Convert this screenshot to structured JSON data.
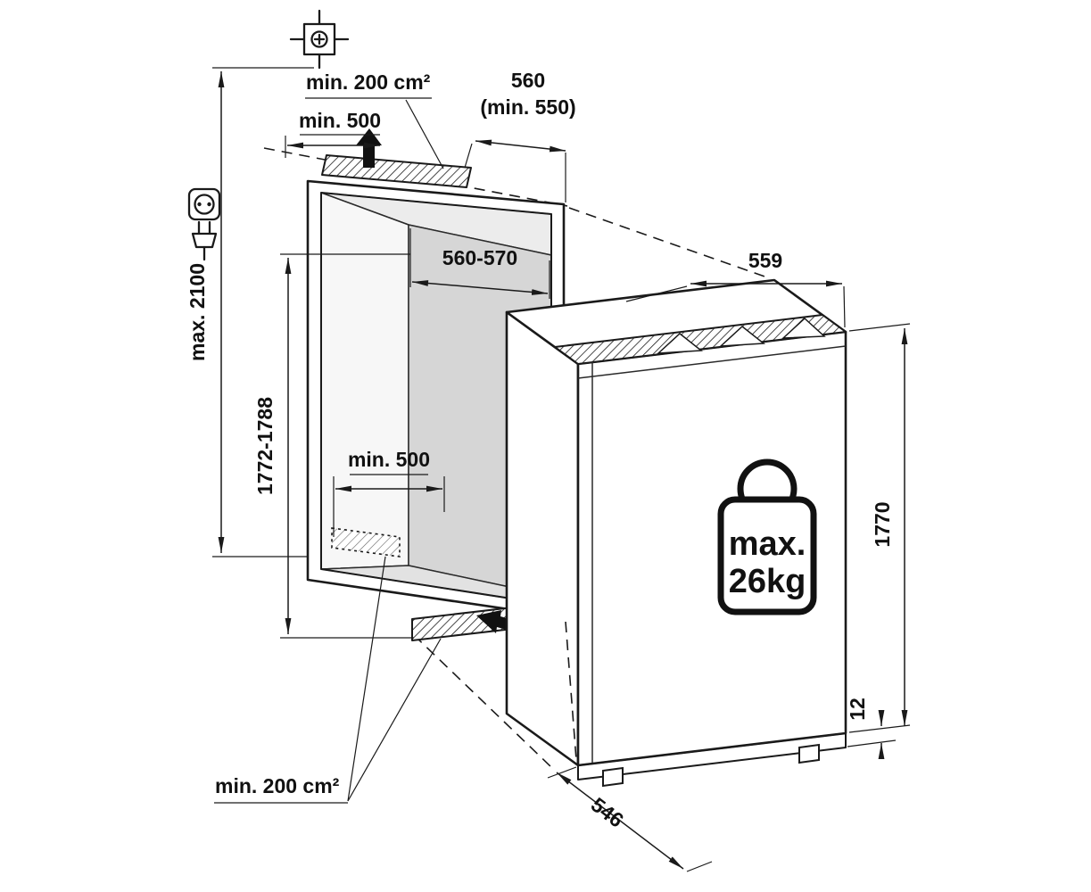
{
  "niche": {
    "top_vent_area_label": "min. 200 cm²",
    "top_clearance_label": "min. 500",
    "niche_depth_label": "560",
    "niche_depth_min_label": "(min. 550)",
    "niche_inner_width_label": "560-570",
    "niche_inner_height_label": "1772-1788",
    "room_height_label": "max. 2100",
    "base_clearance_label": "min. 500",
    "bottom_vent_area_label": "min. 200 cm²"
  },
  "appliance": {
    "width_label": "559",
    "height_label": "1770",
    "feet_height_label": "12",
    "depth_label": "546",
    "weight_limit_line1": "max.",
    "weight_limit_line2": "26kg"
  },
  "icons": [
    "mounting-cross-icon",
    "power-socket-icon",
    "power-plug-icon",
    "airflow-up-arrow-icon",
    "airflow-bottom-arrow-icon",
    "weight-icon",
    "top-vent-hatch",
    "bottom-vent-hatch",
    "hidden-vent-hatch",
    "appliance-vent-hatch"
  ],
  "colors": {
    "line": "#1a1a1a",
    "back_wall": "#d6d6d6",
    "ceiling": "#ececec",
    "side_wall": "#f7f7f7",
    "floor": "#e2e2e2",
    "appliance_side": "#f2f2f2",
    "background": "#ffffff"
  }
}
